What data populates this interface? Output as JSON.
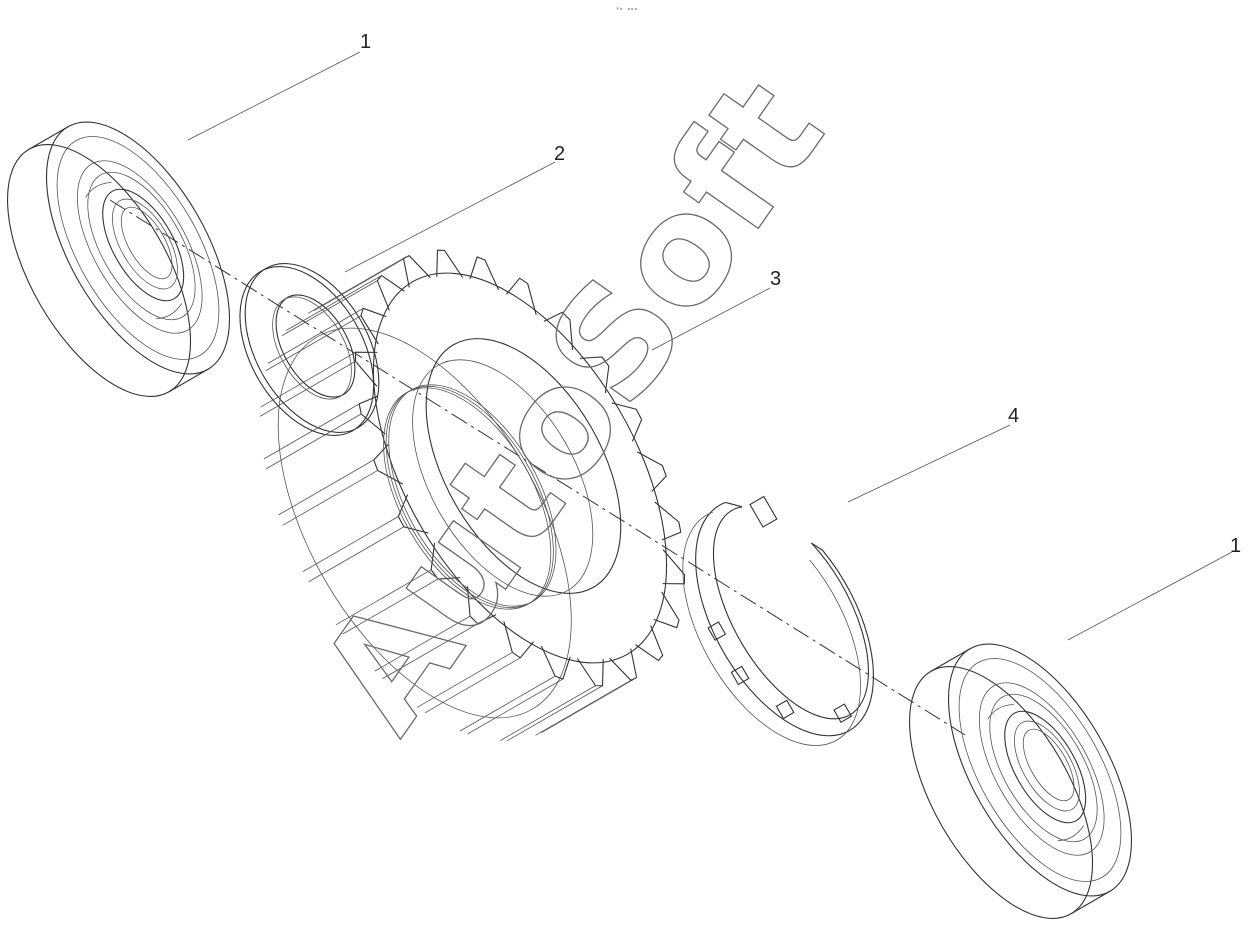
{
  "header_mark": "ᴾᵇ ᵒᵒᵒ",
  "watermark": "AutoSoft",
  "callouts": {
    "c1_top": "1",
    "c2": "2",
    "c3": "3",
    "c4": "4",
    "c1_bottom": "1"
  },
  "parts": [
    {
      "number": "1",
      "icon": "ball-bearing-icon"
    },
    {
      "number": "2",
      "icon": "thrust-washer-icon"
    },
    {
      "number": "3",
      "icon": "spur-gear-icon"
    },
    {
      "number": "4",
      "icon": "split-retaining-ring-icon"
    }
  ],
  "colors": {
    "line": "#333333",
    "background": "#ffffff",
    "watermark": "#6a6a6a"
  }
}
